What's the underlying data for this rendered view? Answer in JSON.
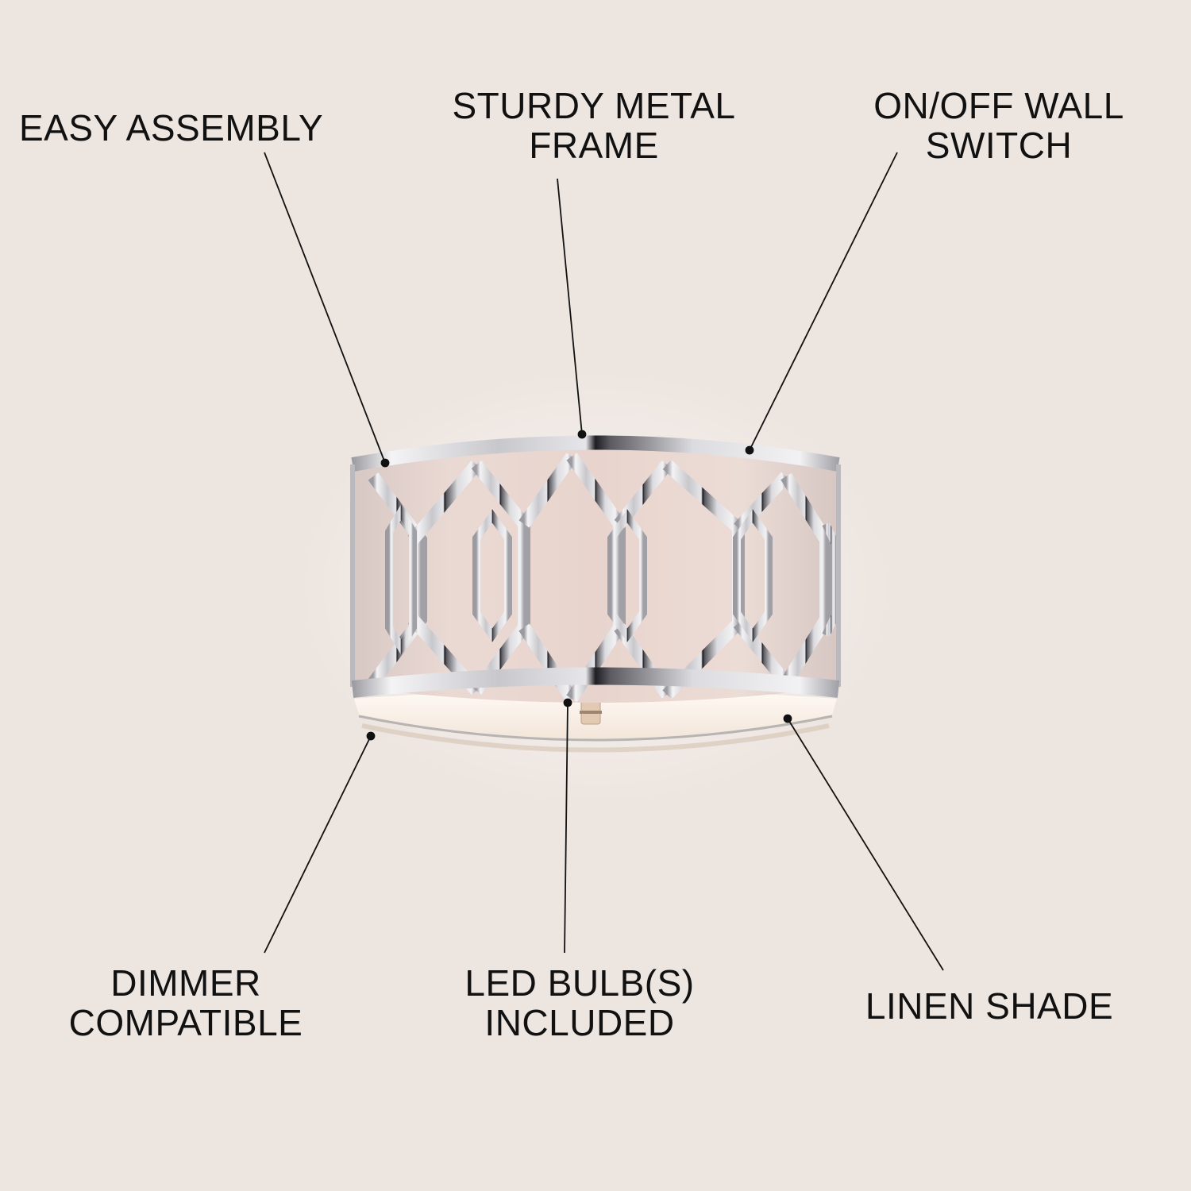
{
  "background_color": "#ede5e0",
  "product": {
    "name": "flush-mount-drum-ceiling-light",
    "frame_finish_color": "#c9c9cc",
    "shade_color": "#e9d9d4",
    "diffuser_color": "#fbf4ee"
  },
  "callouts": [
    {
      "id": "easy-assembly",
      "lines": [
        "EASY ASSEMBLY"
      ],
      "position": "top-left"
    },
    {
      "id": "sturdy-metal-frame",
      "lines": [
        "STURDY METAL",
        "FRAME"
      ],
      "position": "top-center"
    },
    {
      "id": "on-off-wall-switch",
      "lines": [
        "ON/OFF WALL",
        "SWITCH"
      ],
      "position": "top-right"
    },
    {
      "id": "dimmer-compatible",
      "lines": [
        "DIMMER",
        "COMPATIBLE"
      ],
      "position": "bottom-left"
    },
    {
      "id": "led-bulbs-included",
      "lines": [
        "LED BULB(S)",
        "INCLUDED"
      ],
      "position": "bottom-center"
    },
    {
      "id": "linen-shade",
      "lines": [
        "LINEN SHADE"
      ],
      "position": "bottom-right"
    }
  ],
  "leader_line_color": "#111111"
}
